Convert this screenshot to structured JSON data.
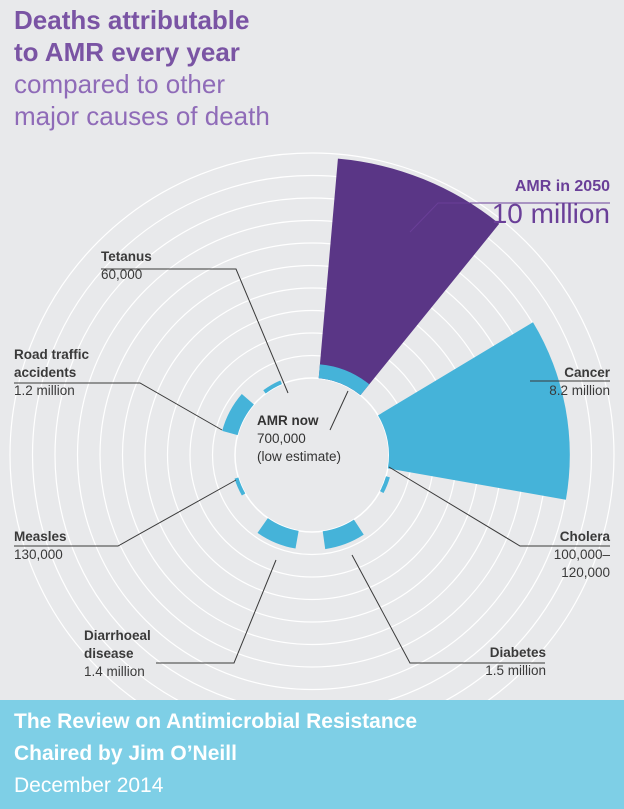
{
  "title": {
    "line1": "Deaths attributable",
    "line2": "to AMR every year",
    "line3": "compared to other",
    "line4": "major causes of death"
  },
  "colors": {
    "amr": "#5a3686",
    "other": "#45b3d9",
    "ring": "#ffffff",
    "background": "#e8e9eb",
    "footer": "#7ecfe6"
  },
  "chart_data": {
    "type": "polar_bar",
    "categories": [
      {
        "name": "AMR in 2050",
        "label": "10 million",
        "value": 10000000
      },
      {
        "name": "Cancer",
        "label": "8.2 million",
        "value": 8200000
      },
      {
        "name": "Cholera",
        "label": "100,000–120,000",
        "value": 120000
      },
      {
        "name": "Diabetes",
        "label": "1.5 million",
        "value": 1500000
      },
      {
        "name": "Diarrhoeal disease",
        "label": "1.4 million",
        "value": 1400000
      },
      {
        "name": "Measles",
        "label": "130,000",
        "value": 130000
      },
      {
        "name": "Road traffic accidents",
        "label": "1.2 million",
        "value": 1200000
      },
      {
        "name": "Tetanus",
        "label": "60,000",
        "value": 60000
      },
      {
        "name": "AMR now",
        "label": "700,000",
        "note": "(low estimate)",
        "value": 700000
      }
    ],
    "ring_count": 10,
    "grid": true
  },
  "labels": {
    "amr2050": {
      "name": "AMR in 2050",
      "value": "10 million"
    },
    "cancer": {
      "name": "Cancer",
      "value": "8.2 million"
    },
    "cholera": {
      "name": "Cholera",
      "value1": "100,000–",
      "value2": "120,000"
    },
    "diabetes": {
      "name": "Diabetes",
      "value": "1.5 million"
    },
    "diarrhoeal": {
      "name1": "Diarrhoeal",
      "name2": "disease",
      "value": "1.4 million"
    },
    "measles": {
      "name": "Measles",
      "value": "130,000"
    },
    "road": {
      "name1": "Road traffic",
      "name2": "accidents",
      "value": "1.2 million"
    },
    "tetanus": {
      "name": "Tetanus",
      "value": "60,000"
    },
    "amrnow": {
      "name": "AMR now",
      "value": "700,000",
      "note": "(low estimate)"
    }
  },
  "footer": {
    "line1": "The Review on Antimicrobial Resistance",
    "line2": "Chaired by Jim O’Neill",
    "line3": "December 2014"
  }
}
